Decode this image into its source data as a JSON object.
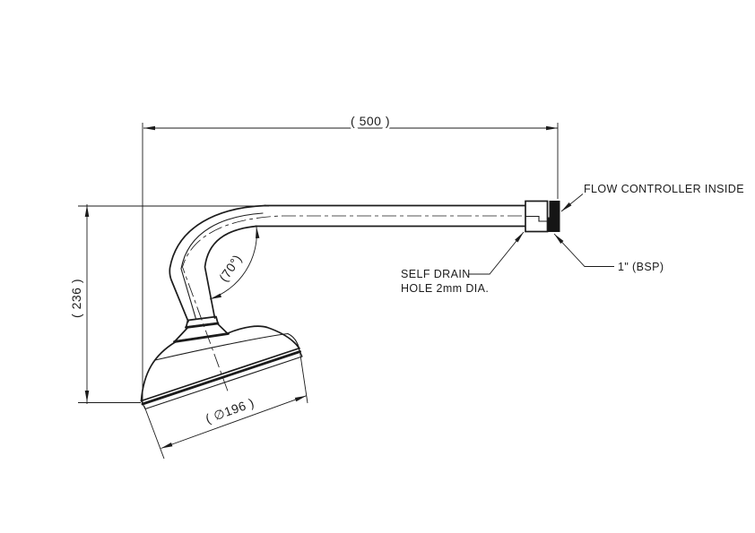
{
  "title": "Shower arm and head technical drawing",
  "colors": {
    "background": "#ffffff",
    "line": "#1c1c1c"
  },
  "dimensions": {
    "arm_length": "( 500 )",
    "drop_height": "( 236 )",
    "head_diameter": "( ∅196 )",
    "bend_angle": "(70°)"
  },
  "callouts": {
    "flow_controller": "FLOW CONTROLLER INSIDE",
    "self_drain_1": "SELF DRAIN",
    "self_drain_2": "HOLE 2mm DIA.",
    "thread_size": "1\" (BSP)"
  }
}
